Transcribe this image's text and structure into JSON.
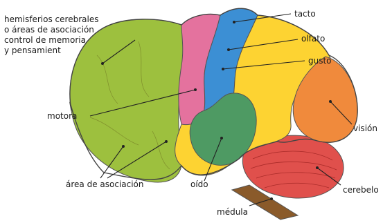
{
  "labels": {
    "top_left_1": "hemisferios cerebrales",
    "top_left_2": "o áreas de asociación",
    "top_left_3": "control de memoria",
    "top_left_4": "y pensamient",
    "tacto": "tacto",
    "olfato": "olfato",
    "gusto": "gusto",
    "motora": "motora",
    "vision": "visión",
    "cerebelo": "cerebelo",
    "area_asociacion": "área de asociación",
    "oido": "oído",
    "medula": "médula"
  },
  "colors": {
    "association": "#9dc03e",
    "motor": "#e4729e",
    "sensory": "#3c8fd4",
    "parietal": "#fdd332",
    "hearing": "#4e9a63",
    "vision": "#f08a3c",
    "cerebellum": "#e0504c",
    "medulla": "#8a5a2a"
  }
}
